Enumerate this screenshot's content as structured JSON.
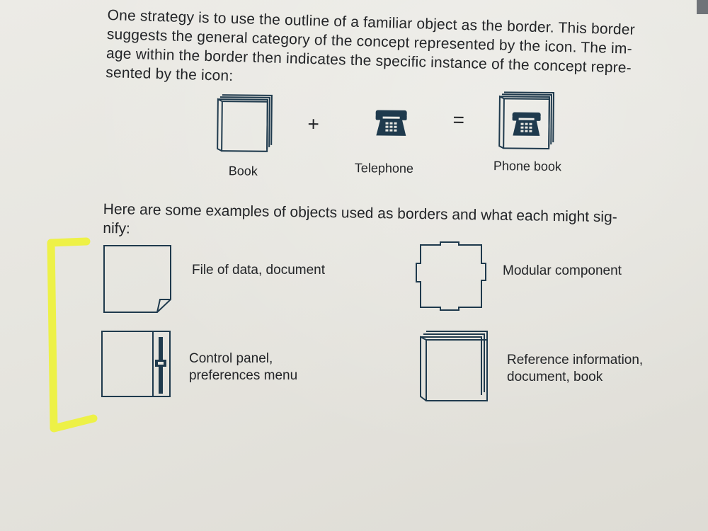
{
  "intro": {
    "line1": "One strategy is to use the outline of a familiar object as the border. This border",
    "line2": "suggests the general category of the concept represented by the icon. The im-",
    "line3": "age within the border then indicates the specific instance of the concept repre-",
    "line4": "sented by the icon:"
  },
  "figure": {
    "book_caption": "Book",
    "plus": "+",
    "telephone_caption": "Telephone",
    "equals": "=",
    "phone_book_caption": "Phone book"
  },
  "examples_intro": {
    "line1": "Here are some examples of objects used as borders and what each might sig-",
    "line2": "nify:"
  },
  "examples": [
    {
      "icon": "document-icon",
      "line1": "File of data, document",
      "line2": ""
    },
    {
      "icon": "puzzle-piece-icon",
      "line1": "Modular component",
      "line2": ""
    },
    {
      "icon": "control-panel-icon",
      "line1": "Control panel,",
      "line2": "preferences menu"
    },
    {
      "icon": "stacked-pages-icon",
      "line1": "Reference information,",
      "line2": "document, book"
    }
  ],
  "colors": {
    "ink": "#232528",
    "icon_ink": "#1f3a4d",
    "highlighter": "#eef23a",
    "paper": "#e8e7e1"
  }
}
